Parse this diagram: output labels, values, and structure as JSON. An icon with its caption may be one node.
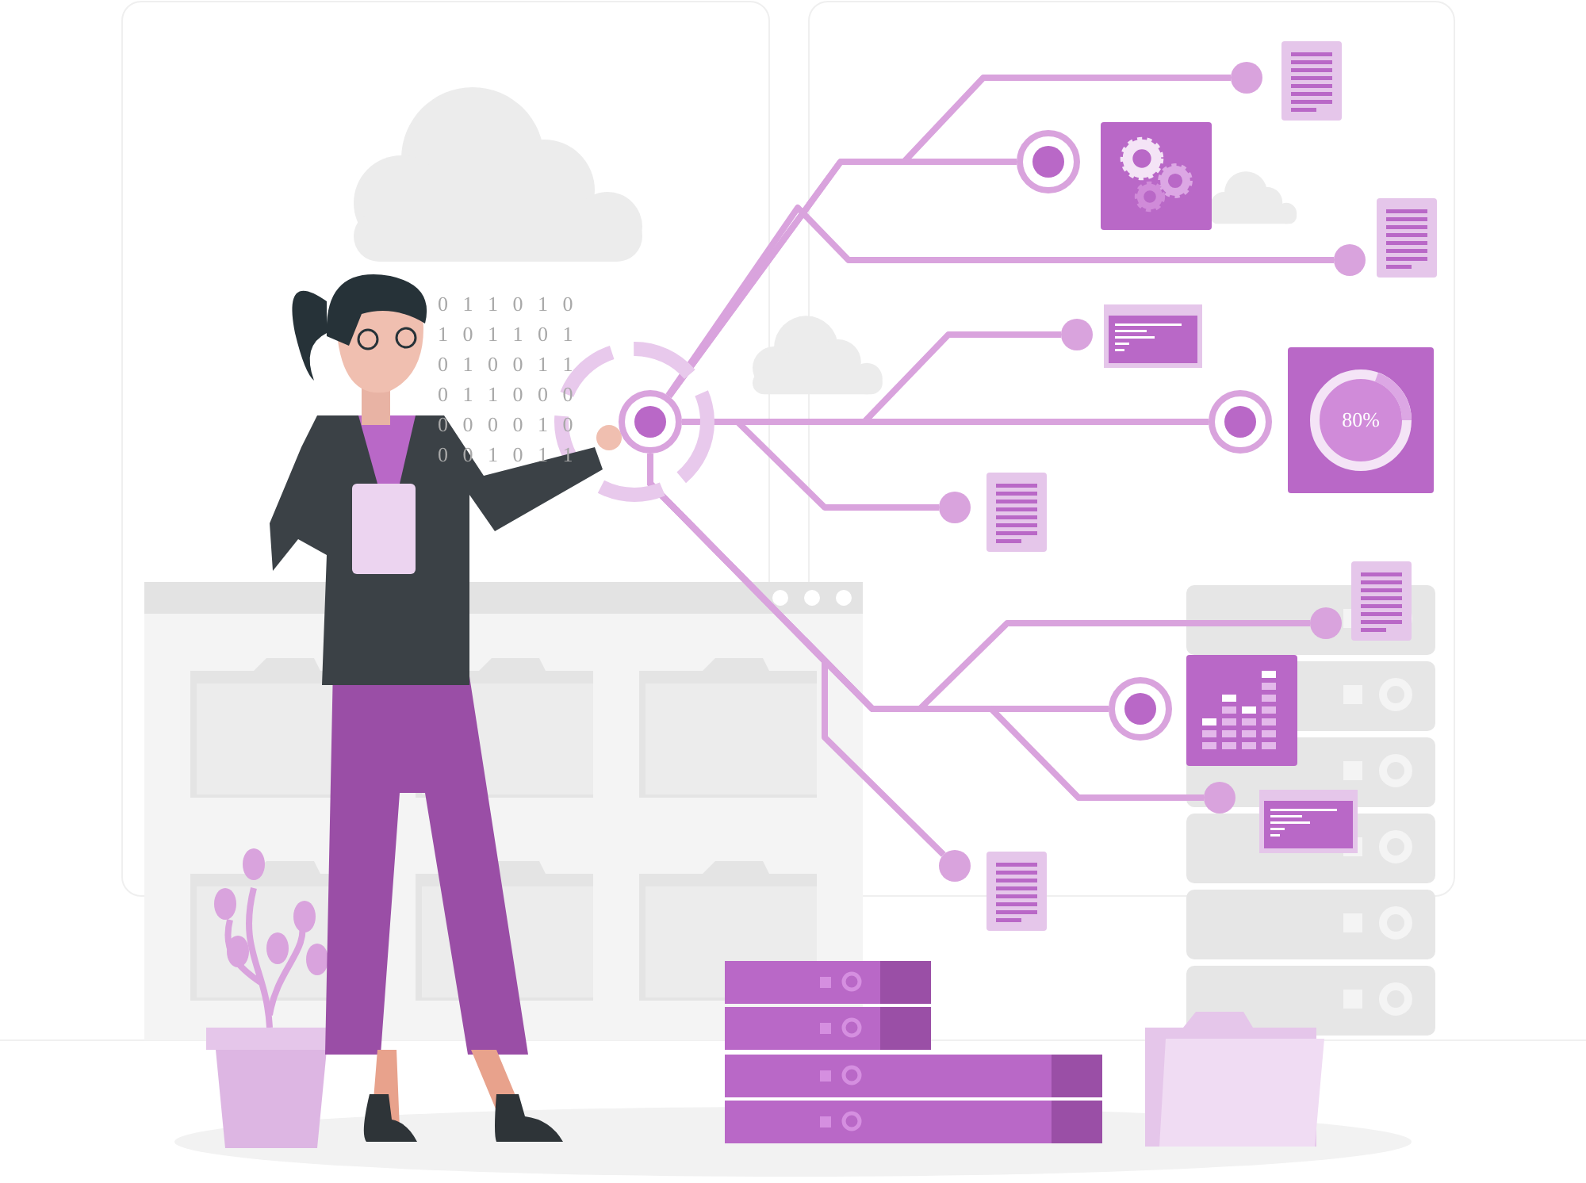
{
  "diagram": {
    "nodes": [
      {
        "text": [],
        "shape": "circle"
      },
      {
        "text": [],
        "shape": "circle"
      },
      {
        "text": [],
        "shape": "circle"
      },
      {
        "text": [],
        "shape": "circle"
      },
      {
        "text": [],
        "shape": "circle"
      },
      {
        "text": [],
        "shape": "circle"
      },
      {
        "text": [],
        "shape": "circle"
      },
      {
        "text": [],
        "shape": "circle"
      },
      {
        "text": [],
        "shape": "circle"
      },
      {
        "text": [],
        "shape": "circle"
      },
      {
        "text": [],
        "shape": "circle"
      },
      {
        "text": [
          "80%"
        ]
      }
    ],
    "edges": [
      {
        "from": 0,
        "to": 1,
        "arrow": "none"
      },
      {
        "from": 0,
        "to": 2,
        "arrow": "none"
      },
      {
        "from": 0,
        "to": 3,
        "arrow": "none"
      },
      {
        "from": 0,
        "to": 4,
        "arrow": "none"
      },
      {
        "from": 0,
        "to": 5,
        "arrow": "none"
      },
      {
        "from": 0,
        "to": 6,
        "arrow": "none"
      },
      {
        "from": 0,
        "to": 7,
        "arrow": "none"
      },
      {
        "from": 0,
        "to": 8,
        "arrow": "none"
      },
      {
        "from": 0,
        "to": 9,
        "arrow": "none"
      },
      {
        "from": 0,
        "to": 10,
        "arrow": "none"
      }
    ],
    "labels": [
      "0 1 1 0 1 0",
      "1 0 1 1 0 1",
      "0 1 0 0 1 1",
      "0 1 1 0 0 0",
      "0 0 0 0 1 0",
      "0 0 1 0 1 1"
    ]
  }
}
